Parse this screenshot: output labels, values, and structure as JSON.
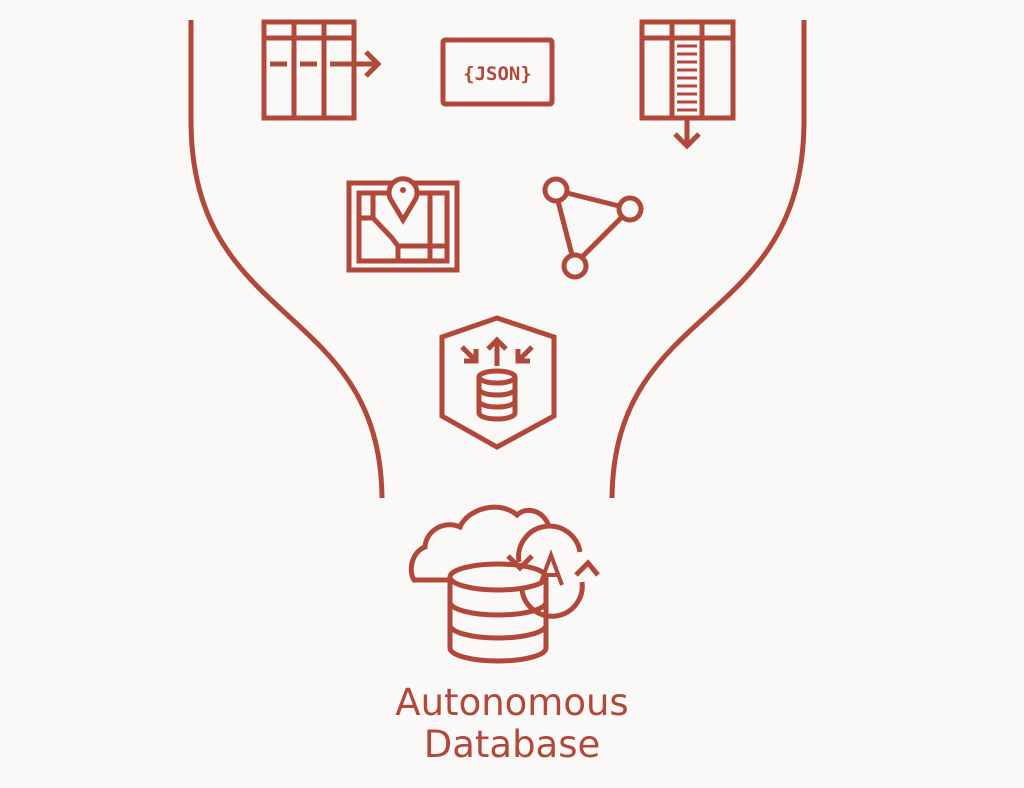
{
  "diagram": {
    "type": "funnel",
    "accent_color": "#b0493a",
    "background_color": "#fbf9f8",
    "inputs": [
      {
        "name": "relational-table-export",
        "icon": "table-arrow-right-icon"
      },
      {
        "name": "json-document",
        "icon": "json-icon",
        "text": "{JSON}"
      },
      {
        "name": "columnar-table",
        "icon": "table-column-down-icon"
      },
      {
        "name": "spatial-map",
        "icon": "map-pin-icon"
      },
      {
        "name": "graph",
        "icon": "graph-nodes-icon"
      },
      {
        "name": "converged-data-shield",
        "icon": "shield-database-arrows-icon"
      }
    ],
    "output": {
      "icon": "cloud-database-autonomous-icon",
      "badge_letter": "A",
      "label_line1": "Autonomous",
      "label_line2": "Database"
    }
  }
}
